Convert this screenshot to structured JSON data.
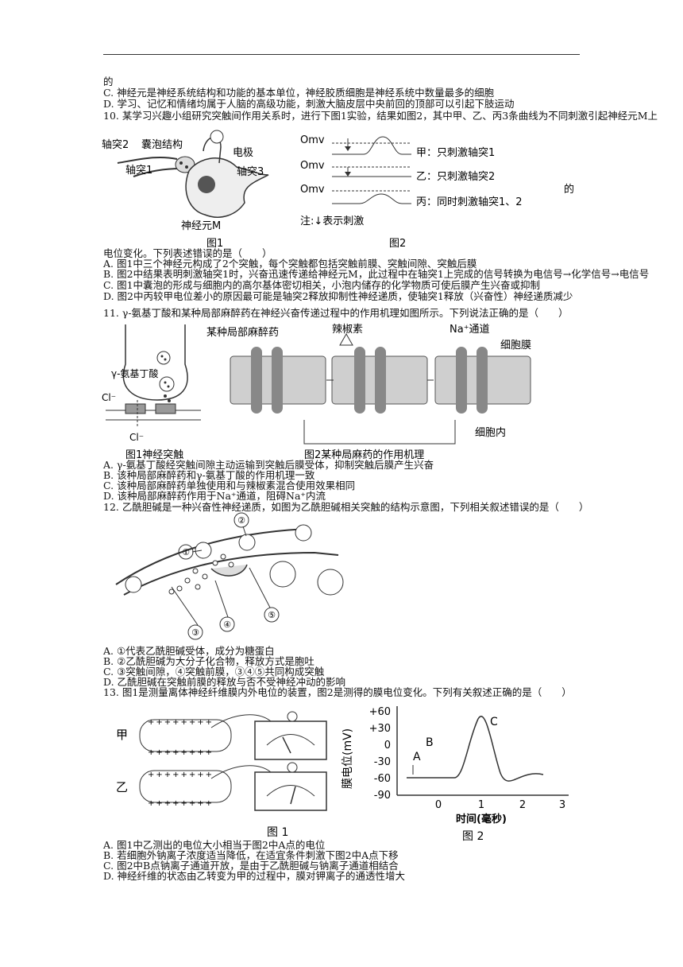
{
  "lines": [
    "的",
    "C. 神经元是神经系统结构和功能的基本单位，神经胶质细胞是神经系统中数量最多的细胞",
    "D. 学习、记忆和情绪均属于人脑的高级功能，刺激大脑皮层中央前回的顶部可以引起下肢运动",
    "10. 某学习兴趣小组研究突触间作用关系时，进行下图1实验，结果如图2，其中甲、乙、丙3条曲线为不同刺激引起神经元M上",
    "的",
    "电位变化。下列表述错误的是（　　）",
    "A. 图1中三个神经元构成了2个突触，每个突触都包括突触前膜、突触间隙、突触后膜",
    "B. 图2中结果表明刺激轴突1时，兴奋迅速传递给神经元M，此过程中在轴突1上完成的信号转换为电信号→化学信号→电信号",
    "C. 图1中囊泡的形成与细胞内的高尔基体密切相关，小泡内储存的化学物质可使后膜产生兴奋或抑制",
    "D. 图2中丙较甲电位差小的原因最可能是轴突2释放抑制性神经递质，使轴突1释放（兴奋性）神经递质减少",
    "11. γ-氨基丁酸和某种局部麻醉药在神经兴奋传递过程中的作用机理如图所示。下列说法正确的是（　　）",
    "A. γ-氨基丁酸经突触间隙主动运输到突触后膜受体，抑制突触后膜产生兴奋",
    "B. 该种局部麻醉药和γ-氨基丁酸的作用机理一致",
    "C. 该种局部麻醉药单独使用和与辣椒素混合使用效果相同",
    "D. 该种局部麻醉药作用于Na⁺通道，阻碍Na⁺内流",
    "12. 乙酰胆碱是一种兴奋性神经递质，如图为乙酰胆碱相关突触的结构示意图，下列相关叙述错误的是（　　）",
    "A. ①代表乙酰胆碱受体，成分为糖蛋白",
    "B. ②乙酰胆碱为大分子化合物，释放方式是胞吐",
    "C. ③突触间隙，④突触前膜，③④⑤共同构成突触",
    "D. 乙酰胆碱在突触前膜的释放与否不受神经冲动的影响",
    "13. 图1是测量离体神经纤维膜内外电位的装置，图2是测得的膜电位变化。下列有关叙述正确的是（　　）",
    "A. 图1中乙测出的电位大小相当于图2中A点的电位",
    "B. 若细胞外钠离子浓度适当降低，在适宜条件刺激下图2中A点下移",
    "C. 图2中B点钠离子通道开放，是由于乙酰胆碱与钠离子通道相结合",
    "D. 神经纤维的状态由乙转变为甲的过程中，膜对钾离子的通透性增大"
  ],
  "fig10_left": {
    "labels": [
      "轴突2",
      "囊泡结构",
      "电极",
      "轴突1",
      "轴突3",
      "神经元M"
    ],
    "caption": "图1"
  },
  "fig10_right": {
    "ref": [
      "Omv",
      "Omv",
      "Omv"
    ],
    "series": [
      "甲：只刺激轴突1",
      "乙：只刺激轴突2",
      "丙：同时刺激轴突1、2"
    ],
    "trailing": "的",
    "note": "注:↓表示刺激",
    "caption": "图2"
  },
  "fig11": {
    "left_label": "γ-氨基丁酸",
    "ion1": "Cl⁻",
    "ion2": "Cl⁻",
    "drug": "某种局部麻醉药",
    "capsaicin": "辣椒素",
    "channel": "Na⁺通道",
    "membrane": "细胞膜",
    "inside": "细胞内",
    "cap1": "图1神经突触",
    "cap2": "图2某种局麻药的作用机理"
  },
  "fig12": {
    "marks": [
      "①",
      "②",
      "③",
      "④",
      "⑤"
    ]
  },
  "fig13": {
    "labels": [
      "甲",
      "乙"
    ],
    "cap1": "图 1",
    "cap2": "图 2",
    "ylabel": "膜电位(mV)",
    "xlabel": "时间(毫秒)",
    "yticks": [
      "+60",
      "+30",
      "0",
      "-30",
      "-60",
      "-90"
    ],
    "xticks": [
      "0",
      "1",
      "2",
      "3"
    ],
    "points": [
      "A",
      "B",
      "C"
    ]
  }
}
